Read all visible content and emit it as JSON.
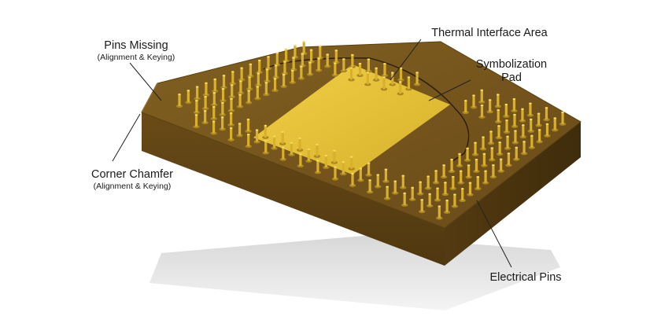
{
  "labels": {
    "pins_missing": {
      "title": "Pins Missing",
      "subtitle": "(Alignment & Keying)"
    },
    "corner_chamfer": {
      "title": "Corner Chamfer",
      "subtitle": "(Alignment & Keying)"
    },
    "thermal_interface_area": {
      "title": "Thermal Interface Area"
    },
    "symbolization_pad": {
      "title": "Symbolization",
      "title_line2": "Pad"
    },
    "electrical_pins": {
      "title": "Electrical Pins"
    }
  },
  "colors": {
    "package_top": "#75531e",
    "package_side_front": "#5c4014",
    "package_side_right": "#4d3610",
    "thermal_pad": "#e8c338",
    "pin_gold": "#d9b02c",
    "pin_highlight": "#f4dc62",
    "leader_line": "#222222",
    "shadow": "#e4e4e4"
  }
}
